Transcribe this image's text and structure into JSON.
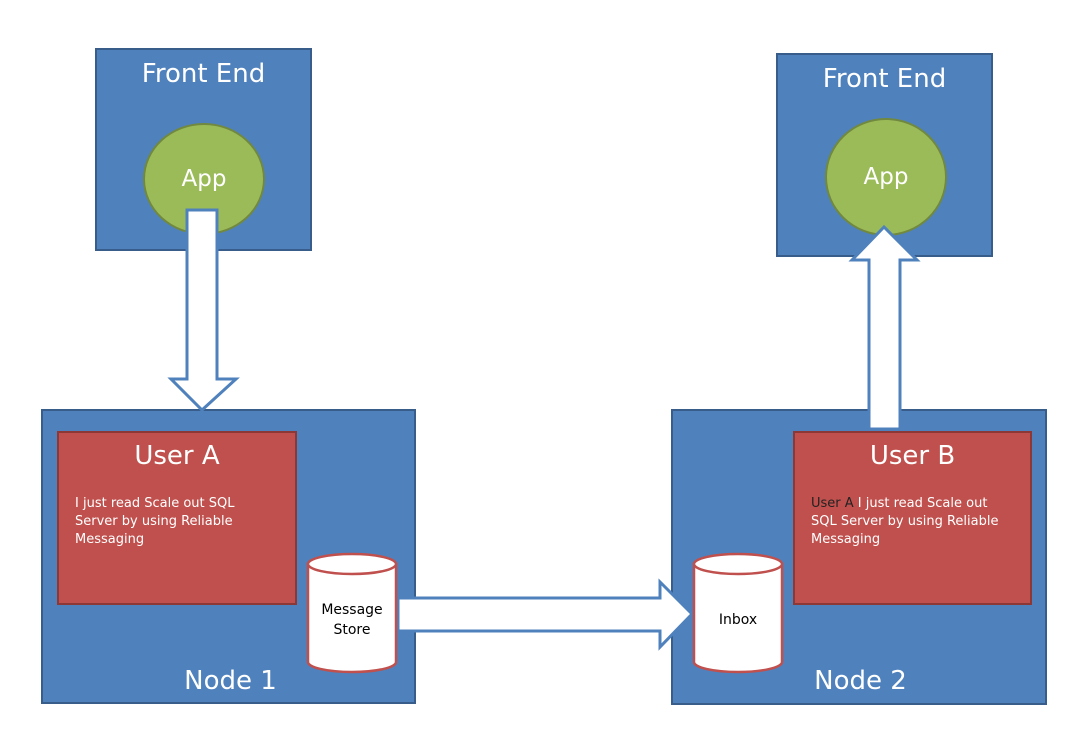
{
  "front_end_1": {
    "title": "Front End",
    "app": "App"
  },
  "front_end_2": {
    "title": "Front End",
    "app": "App"
  },
  "node_1": {
    "title": "Node 1",
    "user": {
      "name": "User A",
      "message": "I just read Scale out SQL Server by using Reliable Messaging"
    },
    "store": {
      "line1": "Message",
      "line2": "Store"
    }
  },
  "node_2": {
    "title": "Node 2",
    "user": {
      "name": "User B",
      "sender": "User A",
      "message": " I just read Scale out SQL Server by using Reliable Messaging"
    },
    "store": {
      "label": "Inbox"
    }
  },
  "colors": {
    "node_fill": "#4f81bd",
    "user_fill": "#c0504d",
    "app_fill": "#9bbb59",
    "arrow_fill": "#ffffff",
    "arrow_stroke": "#4f81bd"
  }
}
